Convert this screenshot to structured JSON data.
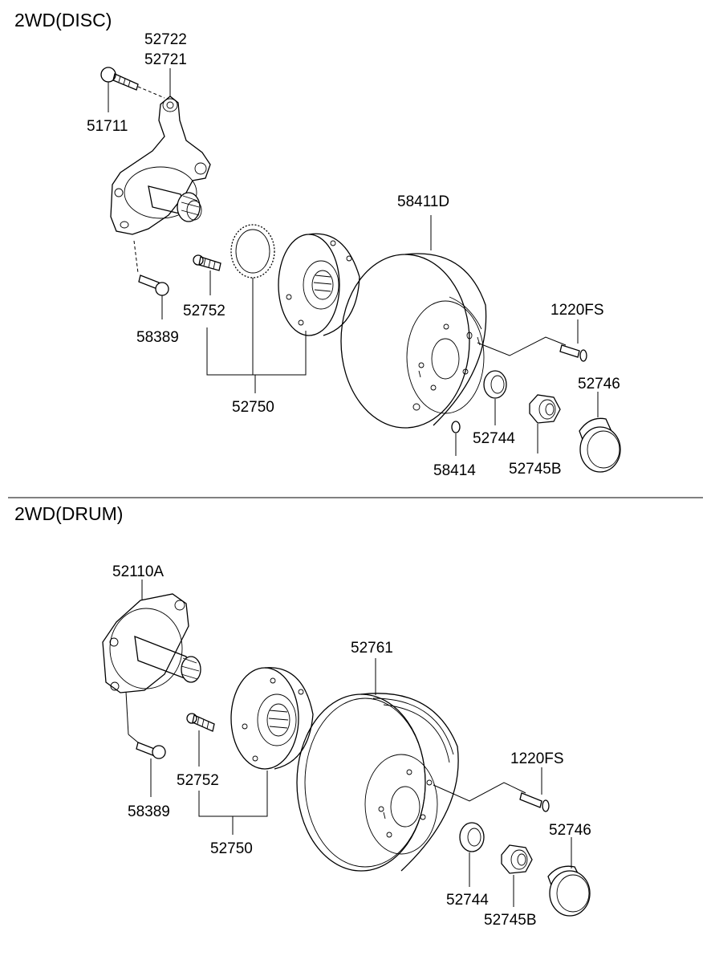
{
  "sections": {
    "disc": {
      "title": "2WD(DISC)"
    },
    "drum": {
      "title": "2WD(DRUM)"
    }
  },
  "labels": {
    "disc": {
      "p52722": "52722",
      "p52721": "52721",
      "p51711": "51711",
      "p58411D": "58411D",
      "p58389": "58389",
      "p52752": "52752",
      "p52750": "52750",
      "p1220FS": "1220FS",
      "p52746": "52746",
      "p52744": "52744",
      "p58414": "58414",
      "p52745B": "52745B"
    },
    "drum": {
      "p52110A": "52110A",
      "p52761": "52761",
      "p58389": "58389",
      "p52752": "52752",
      "p52750": "52750",
      "p1220FS": "1220FS",
      "p52746": "52746",
      "p52744": "52744",
      "p52745B": "52745B"
    }
  }
}
